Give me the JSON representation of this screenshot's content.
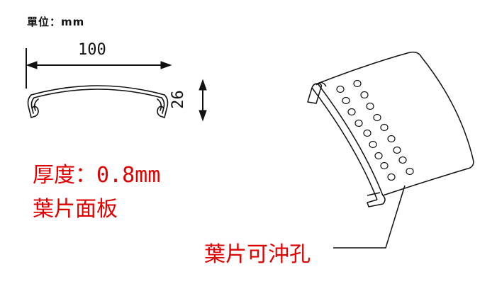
{
  "unit_label": "單位：mm",
  "dimensions": {
    "width": "100",
    "height": "26"
  },
  "notes": {
    "thickness": "厚度：0.8mm",
    "panel_name": "葉片面板",
    "perforation": "葉片可沖孔"
  },
  "colors": {
    "note_text": "#e00000",
    "line": "#111111"
  }
}
